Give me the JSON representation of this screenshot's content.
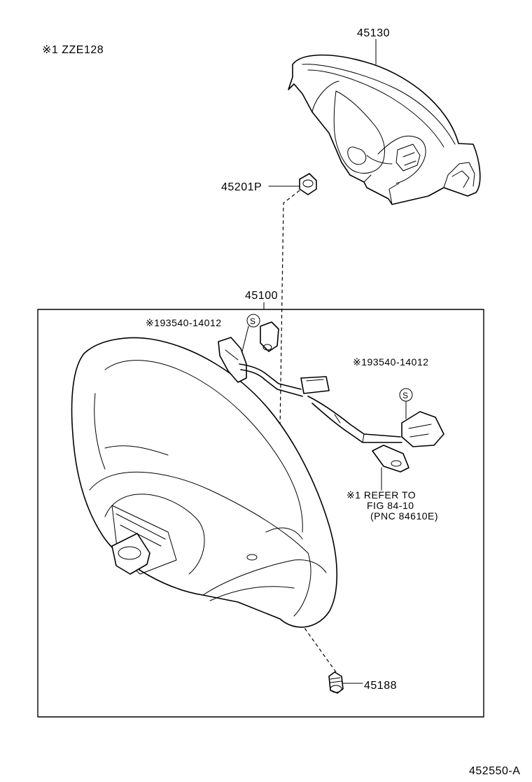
{
  "diagram": {
    "note_top": "※1 ZZE128",
    "parts": {
      "pad": "45130",
      "nut": "45201P",
      "wheel": "45100",
      "screw": "45188"
    },
    "harness_ref_left": "※193540-14012",
    "harness_ref_right": "※193540-14012",
    "s_symbol": "S",
    "refer_note": {
      "line1": "※1 REFER TO",
      "line2": "FIG 84-10",
      "line3": "(PNC 84610E)"
    },
    "figure_code": "452550-A"
  }
}
